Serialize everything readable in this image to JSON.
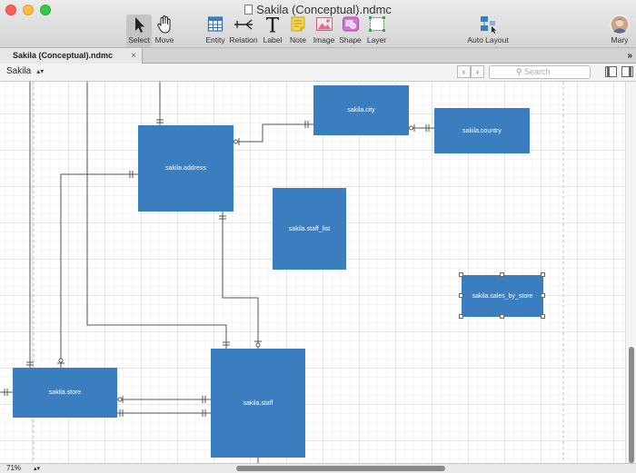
{
  "window": {
    "title": "Sakila (Conceptual).ndmc"
  },
  "toolbar": {
    "tools": [
      {
        "key": "select",
        "label": "Select",
        "icon": "arrow-cursor-icon",
        "active": true
      },
      {
        "key": "move",
        "label": "Move",
        "icon": "hand-icon",
        "active": false
      },
      {
        "key": "entity",
        "label": "Entity",
        "icon": "table-icon",
        "active": false
      },
      {
        "key": "relation",
        "label": "Relation",
        "icon": "relation-line-icon",
        "active": false
      },
      {
        "key": "label",
        "label": "Label",
        "icon": "text-t-icon",
        "active": false
      },
      {
        "key": "note",
        "label": "Note",
        "icon": "sticky-note-icon",
        "active": false
      },
      {
        "key": "image",
        "label": "Image",
        "icon": "picture-icon",
        "active": false
      },
      {
        "key": "shape",
        "label": "Shape",
        "icon": "shape-icon",
        "active": false
      },
      {
        "key": "layer",
        "label": "Layer",
        "icon": "layer-icon",
        "active": false
      },
      {
        "key": "auto_layout",
        "label": "Auto Layout",
        "icon": "auto-layout-icon",
        "active": false
      }
    ],
    "user": {
      "name": "Mary",
      "icon": "avatar-icon"
    }
  },
  "tabs": [
    {
      "label": "Sakila (Conceptual).ndmc",
      "close": "×"
    }
  ],
  "tab_overflow": "»",
  "navbar": {
    "schema": "Sakila",
    "back": "‹",
    "forward": "›",
    "search_placeholder": "Search"
  },
  "entities": [
    {
      "key": "address",
      "label": "sakila.address",
      "selected": false
    },
    {
      "key": "city",
      "label": "sakila.city",
      "selected": false
    },
    {
      "key": "country",
      "label": "sakila.country",
      "selected": false
    },
    {
      "key": "staff_list",
      "label": "sakila.staff_list",
      "selected": false
    },
    {
      "key": "sales_by_store",
      "label": "sakila.sales_by_store",
      "selected": true
    },
    {
      "key": "store",
      "label": "sakila.store",
      "selected": false
    },
    {
      "key": "staff",
      "label": "sakila.staff",
      "selected": false
    }
  ],
  "status": {
    "zoom": "71%"
  },
  "colors": {
    "entity_fill": "#3a7ebf",
    "entity_text": "#ffffff",
    "wire": "#555555"
  }
}
